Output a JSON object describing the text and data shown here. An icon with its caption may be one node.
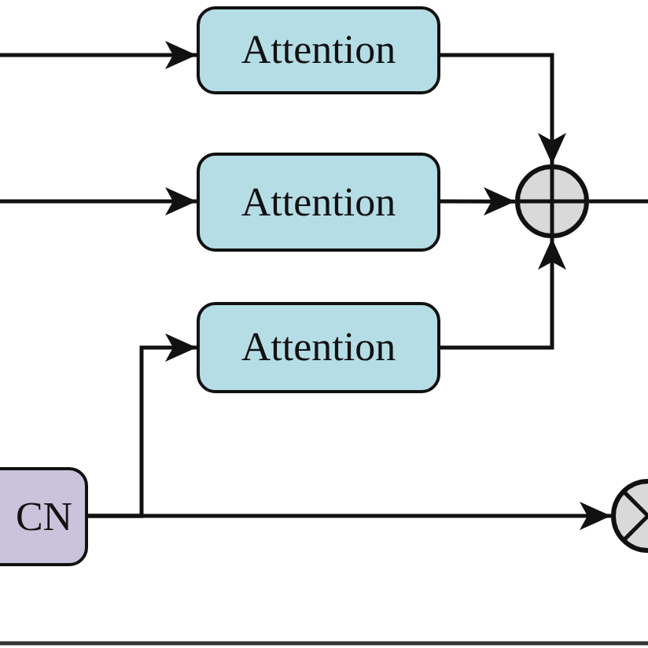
{
  "diagram": {
    "nodes": [
      {
        "text": [
          "Attention"
        ]
      },
      {
        "text": [
          "Attention"
        ]
      },
      {
        "text": [],
        "shape": "circle"
      },
      {
        "text": [
          "Attention"
        ]
      },
      {
        "text": [
          "CN"
        ]
      },
      {
        "text": [],
        "shape": "circle"
      }
    ],
    "edges": [
      {
        "from": null,
        "to": 0,
        "arrow": "to"
      },
      {
        "from": null,
        "to": 1,
        "arrow": "to"
      },
      {
        "from": 0,
        "to": 2,
        "arrow": "to"
      },
      {
        "from": 1,
        "to": 2,
        "arrow": "to"
      },
      {
        "from": 3,
        "to": 2,
        "arrow": "to"
      },
      {
        "from": 2,
        "to": null,
        "arrow": "none"
      },
      {
        "from": 4,
        "to": 3,
        "arrow": "to"
      },
      {
        "from": 4,
        "to": 5,
        "arrow": "to"
      }
    ]
  }
}
